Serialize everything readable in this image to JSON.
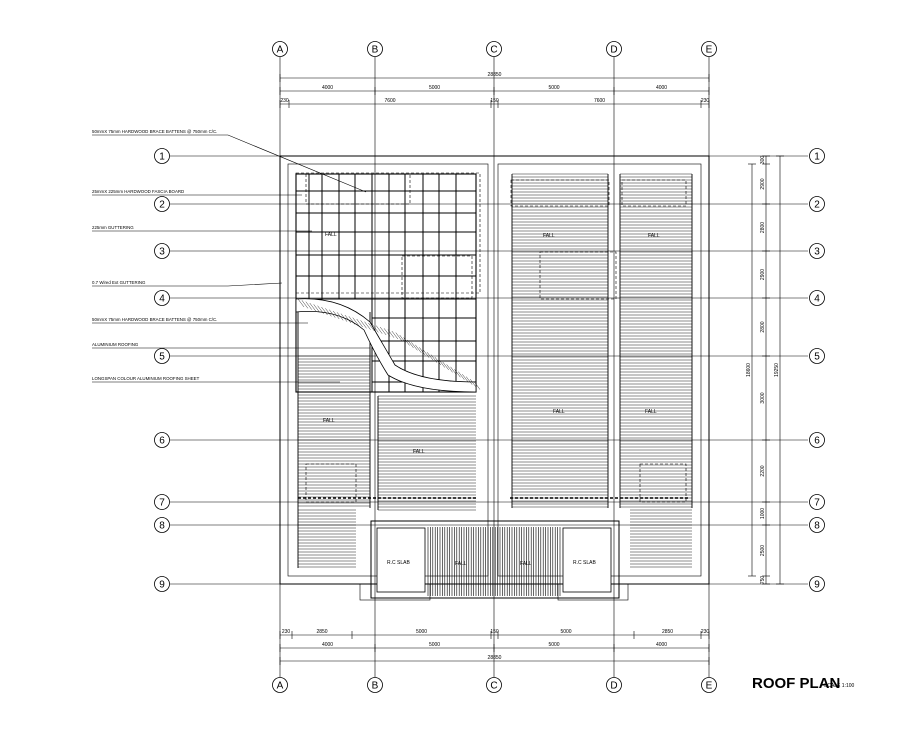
{
  "drawing": {
    "title": "ROOF PLAN",
    "scale": "SCALE 1:100",
    "column_grid": [
      "A",
      "B",
      "C",
      "D",
      "E"
    ],
    "row_grid": [
      "1",
      "2",
      "3",
      "4",
      "5",
      "6",
      "7",
      "8",
      "9"
    ],
    "top_dimensions": {
      "overall": "28850",
      "bays": [
        "4000",
        "5000",
        "5000",
        "4000"
      ],
      "details": [
        "230",
        "7600",
        "150",
        "7600",
        "230"
      ]
    },
    "bottom_dimensions": {
      "details": [
        "230",
        "2850",
        "5000",
        "150",
        "5000",
        "2850",
        "230"
      ],
      "bays": [
        "4000",
        "5000",
        "5000",
        "4000"
      ],
      "overall": "28850"
    },
    "right_dimensions": {
      "segments": [
        "300",
        "2900",
        "2800",
        "2900",
        "2800",
        "3000",
        "2200",
        "1000",
        "2500",
        "750"
      ],
      "overall_inner": "18600",
      "overall_outer": "19250"
    },
    "annotations": [
      "50mmX 75mm HARDWOOD BRACE BATTENS @ 750mm C/C.",
      "25mmX 225mm HARDWOOD FASCIA BOARD",
      "225mm GUTTERING",
      "0.7 Wired Ext GUTTERING",
      "50mmX 75mm HARDWOOD BRACE BATTENS @ 750mm C/C.",
      "ALUMINIUM ROOFING",
      "LONGSPAN COLOUR ALUMINIUM ROOFING SHEET"
    ],
    "fall_labels": [
      "FALL",
      "FALL",
      "FALL",
      "FALL",
      "FALL",
      "FALL",
      "FALL",
      "FALL",
      "FALL"
    ],
    "slab_labels": [
      "R.C SLAB",
      "R.C SLAB"
    ],
    "colors": {
      "line": "#000000",
      "background": "#ffffff"
    }
  }
}
